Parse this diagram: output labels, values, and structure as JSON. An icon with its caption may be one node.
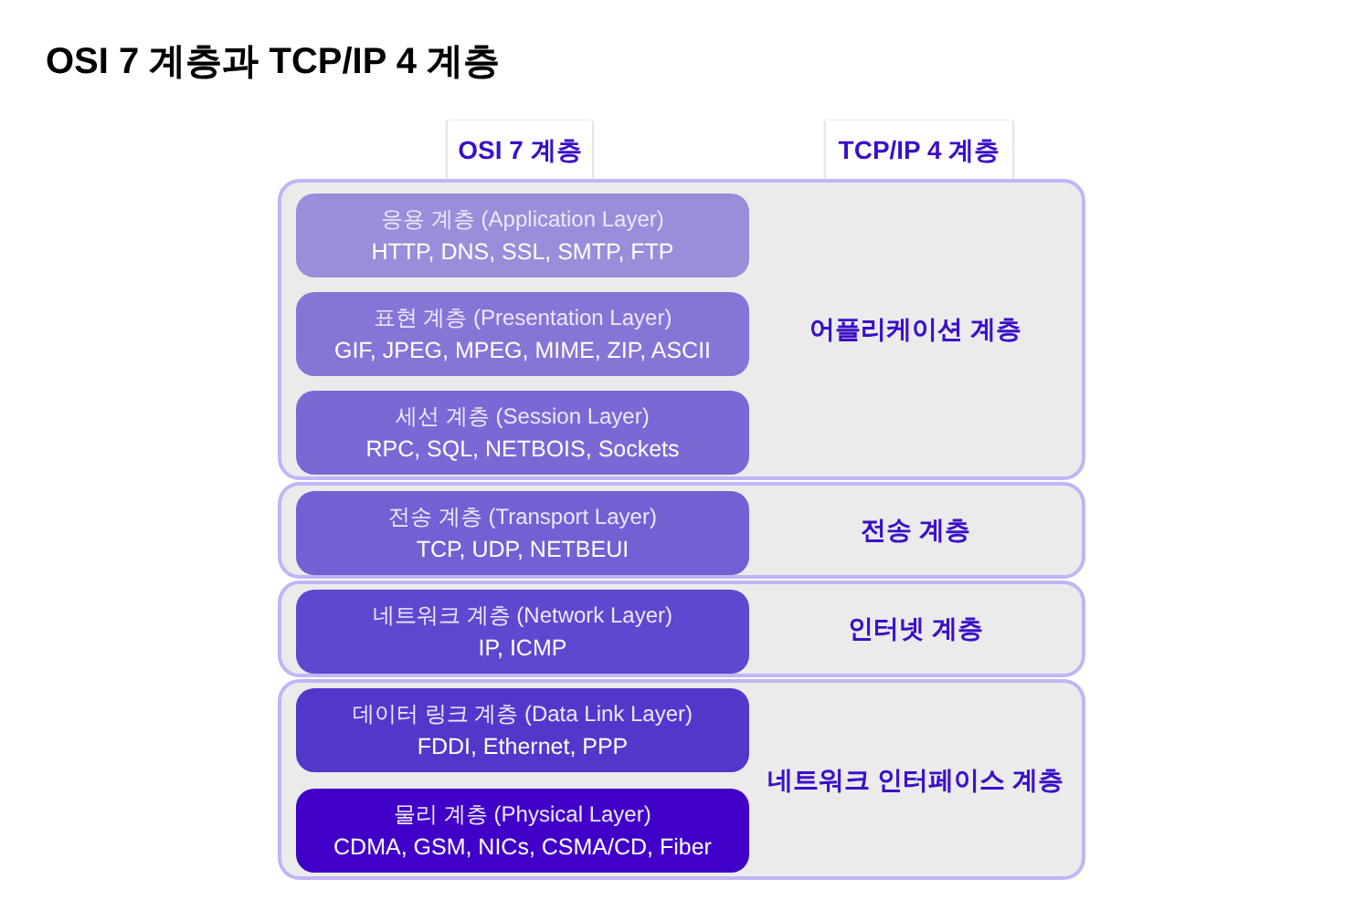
{
  "diagram": {
    "title": "OSI 7 계층과 TCP/IP 4 계층",
    "nodes": [
      {
        "text": [
          "OSI 7 계층"
        ]
      },
      {
        "text": [
          "TCP/IP 4 계층"
        ]
      },
      {
        "text": [
          "어플리케이션 계층"
        ]
      },
      {
        "text": [
          "응용 계층 (Application Layer)",
          "HTTP, DNS, SSL, SMTP, FTP"
        ],
        "in": 2
      },
      {
        "text": [
          "표현 계층 (Presentation Layer)",
          "GIF, JPEG, MPEG, MIME, ZIP, ASCII"
        ],
        "in": 2
      },
      {
        "text": [
          "세선 계층 (Session Layer)",
          "RPC, SQL, NETBOIS, Sockets"
        ],
        "in": 2
      },
      {
        "text": [
          "전송 계층"
        ]
      },
      {
        "text": [
          "전송 계층 (Transport Layer)",
          "TCP, UDP, NETBEUI"
        ],
        "in": 6
      },
      {
        "text": [
          "인터넷 계층"
        ]
      },
      {
        "text": [
          "네트워크 계층 (Network Layer)",
          "IP, ICMP"
        ],
        "in": 8
      },
      {
        "text": [
          "네트워크 인터페이스 계층"
        ]
      },
      {
        "text": [
          "데이터 링크 계층 (Data Link Layer)",
          "FDDI, Ethernet, PPP"
        ],
        "in": 10
      },
      {
        "text": [
          "물리 계층 (Physical Layer)",
          "CDMA, GSM, NICs, CSMA/CD, Fiber"
        ],
        "in": 10
      }
    ]
  }
}
